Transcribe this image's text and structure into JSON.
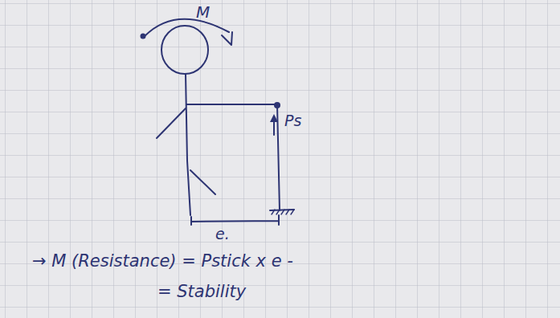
{
  "diagram": {
    "labels": [
      "M",
      "Ps",
      "e.",
      "→ M (Resistance) = Pstick x e -",
      "= Stability"
    ]
  }
}
